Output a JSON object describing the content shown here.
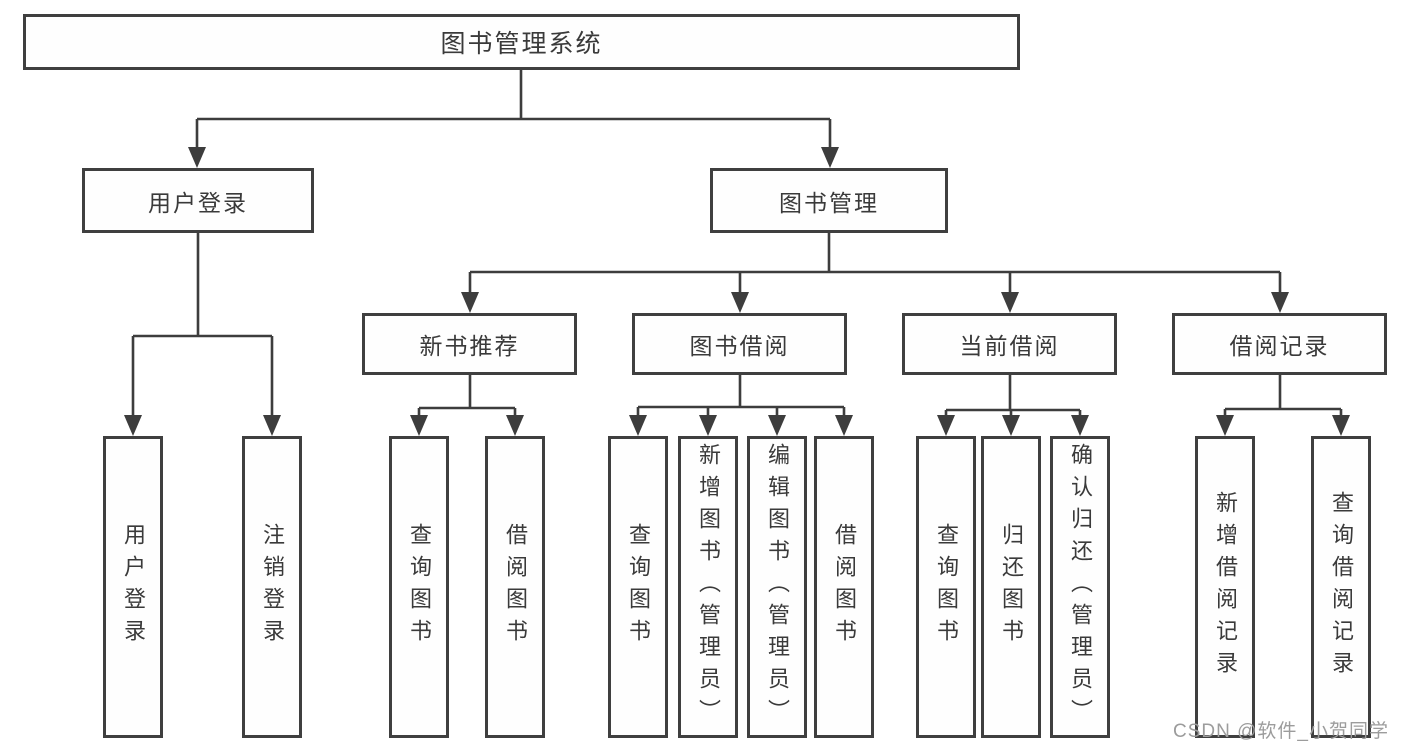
{
  "tree": {
    "label": "图书管理系统",
    "children": [
      {
        "label": "用户登录",
        "children": [
          {
            "label": "用户登录"
          },
          {
            "label": "注销登录"
          }
        ]
      },
      {
        "label": "图书管理",
        "children": [
          {
            "label": "新书推荐",
            "children": [
              {
                "label": "查询图书"
              },
              {
                "label": "借阅图书"
              }
            ]
          },
          {
            "label": "图书借阅",
            "children": [
              {
                "label": "查询图书"
              },
              {
                "label": "新增图书（管理员）"
              },
              {
                "label": "编辑图书（管理员）"
              },
              {
                "label": "借阅图书"
              }
            ]
          },
          {
            "label": "当前借阅",
            "children": [
              {
                "label": "查询图书"
              },
              {
                "label": "归还图书"
              },
              {
                "label": "确认归还（管理员）"
              }
            ]
          },
          {
            "label": "借阅记录",
            "children": [
              {
                "label": "新增借阅记录"
              },
              {
                "label": "查询借阅记录"
              }
            ]
          }
        ]
      }
    ]
  },
  "watermark": {
    "text": "CSDN @软件_小贺同学"
  },
  "colors": {
    "line": "#3d3d3d",
    "box_border": "#3f3f3f",
    "text": "#3a3a3a",
    "background": "#ffffff",
    "watermark_text": "#9c9c9c"
  }
}
